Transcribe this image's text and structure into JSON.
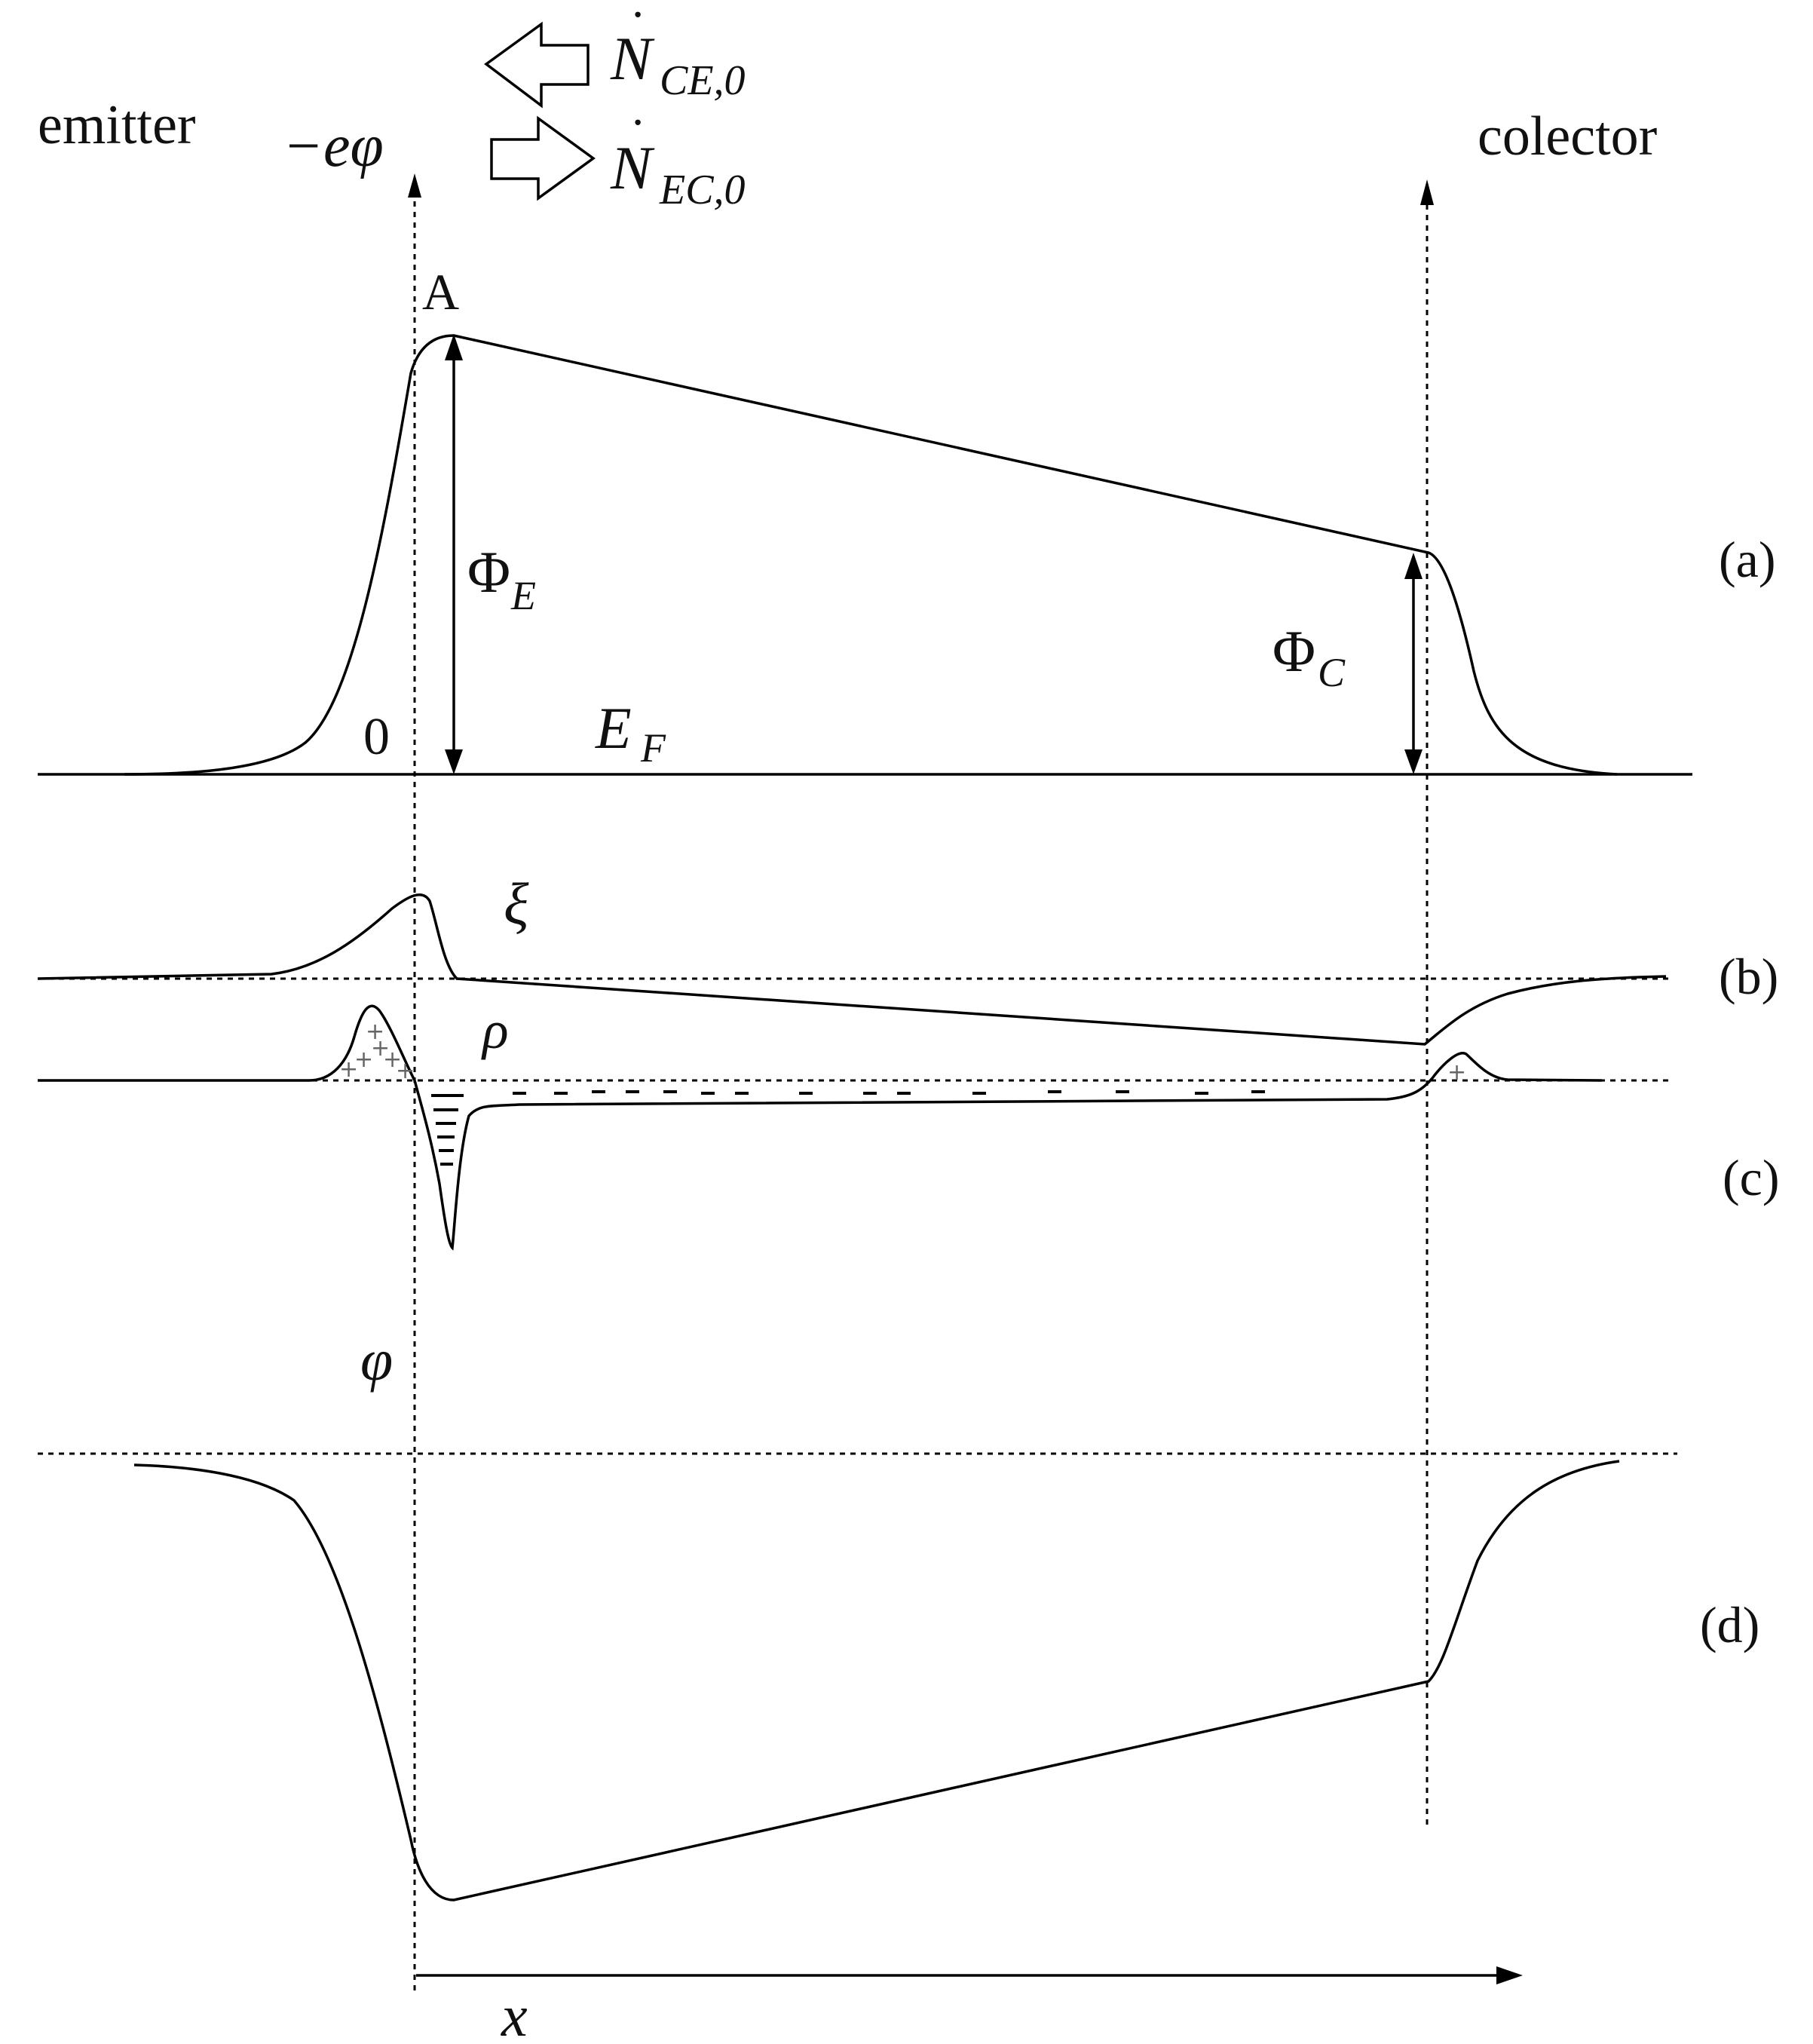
{
  "labels": {
    "emitter": "emitter",
    "collector": "colector",
    "neg_e_phi": "−eφ",
    "point_a": "A",
    "phi_e_main": "Φ",
    "phi_e_sub": "E",
    "phi_c_main": "Φ",
    "phi_c_sub": "C",
    "zero": "0",
    "fermi_main": "E",
    "fermi_sub": "F",
    "xi": "ξ",
    "rho": "ρ",
    "phi": "φ",
    "x_axis": "x",
    "panel_a": "(a)",
    "panel_b": "(b)",
    "panel_c": "(c)",
    "panel_d": "(d)",
    "flux_ce_main": "N",
    "flux_ce_dot": "˙",
    "flux_ce_sub": "CE,0",
    "flux_ec_main": "N",
    "flux_ec_dot": "˙",
    "flux_ec_sub": "EC,0"
  }
}
